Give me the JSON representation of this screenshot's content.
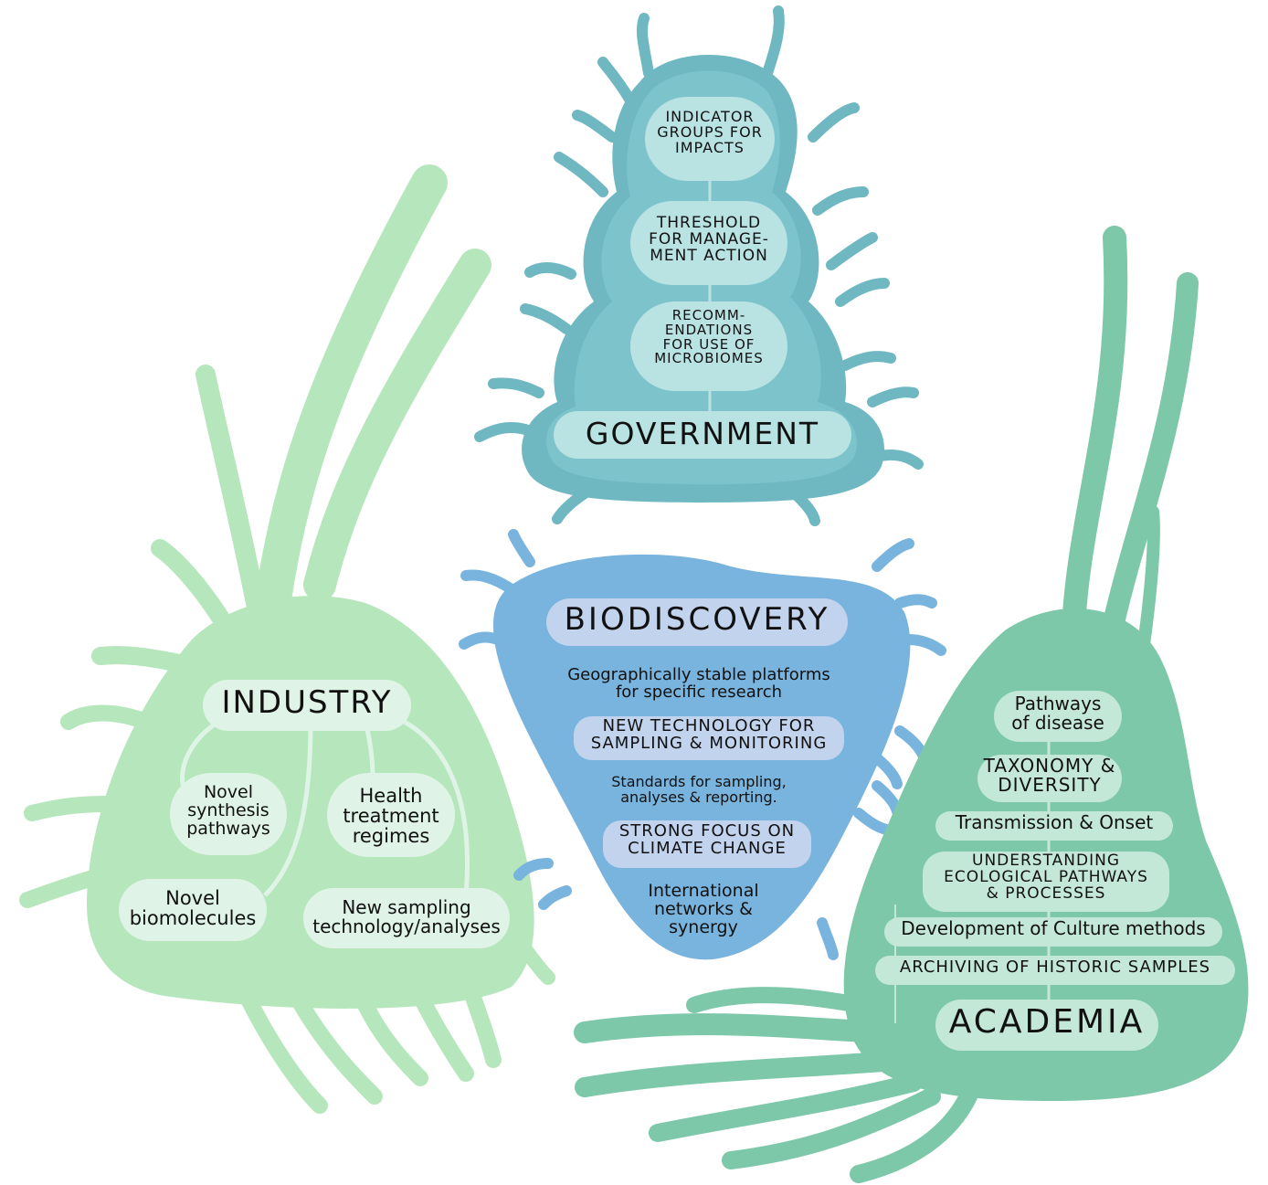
{
  "colors": {
    "government_body": "#6fb8c2",
    "government_inner": "#7cc3cc",
    "government_pill": "#b9e2e3",
    "biodiscovery_body": "#79b4de",
    "biodiscovery_pill": "#c2d3ee",
    "industry_body": "#b6e6bc",
    "industry_pill": "#dff4e6",
    "academia_body": "#7cc8a8",
    "academia_pill": "#c4e8d8"
  },
  "government": {
    "title": "GOVERNMENT",
    "items": [
      "INDICATOR\nGROUPS FOR\nIMPACTS",
      "THRESHOLD\nFOR MANAGE-\nMENT ACTION",
      "RECOMM-\nENDATIONS\nFOR USE OF\nMICROBIOMES"
    ]
  },
  "biodiscovery": {
    "title": "BIODISCOVERY",
    "items": [
      "Geographically stable platforms\nfor specific research",
      "NEW TECHNOLOGY FOR\nSAMPLING & MONITORING",
      "Standards for sampling,\nanalyses & reporting.",
      "STRONG FOCUS ON\nCLIMATE CHANGE",
      "International\nnetworks &\nsynergy"
    ]
  },
  "industry": {
    "title": "INDUSTRY",
    "items": [
      "Novel\nsynthesis\npathways",
      "Health\ntreatment\nregimes",
      "Novel\nbiomolecules",
      "New sampling\ntechnology/analyses"
    ]
  },
  "academia": {
    "title": "ACADEMIA",
    "items": [
      "Pathways\nof disease",
      "TAXONOMY &\nDIVERSITY",
      "Transmission & Onset",
      "UNDERSTANDING\nECOLOGICAL PATHWAYS\n& PROCESSES",
      "Development of Culture methods",
      "ARCHIVING OF HISTORIC SAMPLES"
    ]
  }
}
